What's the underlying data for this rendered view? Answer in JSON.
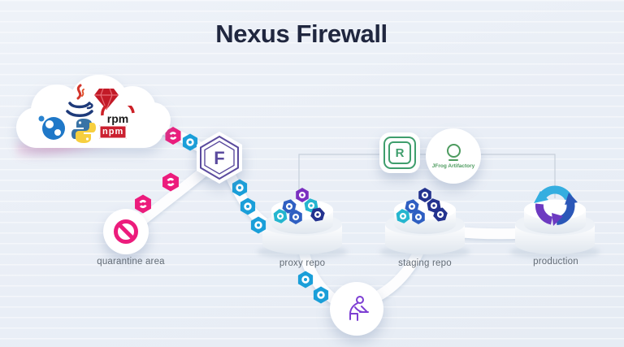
{
  "title": "Nexus Firewall",
  "cloud": {
    "description": "cloud of open-source package ecosystems",
    "rpm_label": "rpm",
    "npm_label": "npm",
    "logos": [
      "java-icon",
      "ruby-gem-icon",
      "rpm-logo",
      "package-ball-icon",
      "python-icon",
      "npm-logo"
    ]
  },
  "firewall_badge": {
    "letter": "F"
  },
  "repository_badge": {
    "letter": "R"
  },
  "jfrog_badge": {
    "label": "JFrog Artifactory"
  },
  "developer_badge": {
    "icon": "developer-laptop-icon"
  },
  "labels": {
    "quarantine": "quarantine area",
    "proxy": "proxy repo",
    "staging": "staging repo",
    "production": "production"
  },
  "palette": {
    "background": "#eaeff6",
    "title_navy": "#20273f",
    "label_gray": "#636c76",
    "good_package_blue": "#1a9fd9",
    "bad_package_pink": "#ec1c7c",
    "firewall_purple": "#5b4b9e",
    "sonatype_green": "#3f9e6d",
    "hex_purple": "#7a2fc0",
    "hex_navy": "#24338f",
    "hex_teal": "#25b6cf",
    "hex_blue": "#2f5fc2",
    "cycle_purple": "#6d3ac1",
    "cycle_blue": "#2b57b8",
    "cycle_teal": "#35aee0"
  }
}
